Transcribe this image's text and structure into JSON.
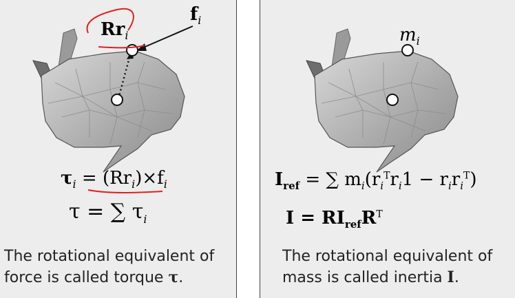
{
  "colors": {
    "background": "#ededed",
    "divider": "#444444",
    "annotation": "#e02020",
    "mesh": "#b8b8b8"
  },
  "left_panel": {
    "label_force": "f",
    "label_force_sub": "i",
    "label_position": "Rr",
    "label_position_sub": "i",
    "eq1_lhs": "τ",
    "eq1_lhs_sub": "i",
    "eq1_rhs": "= (Rr",
    "eq1_rhs_sub": "i",
    "eq1_rhs_tail": ")×f",
    "eq1_rhs_tail_sub": "i",
    "eq2": "τ = ∑ τ",
    "eq2_sub": "i",
    "caption_line1": "The rotational equivalent of",
    "caption_line2_text": "force is called torque ",
    "caption_line2_symbol": "τ",
    "caption_line2_end": "."
  },
  "right_panel": {
    "label_mass": "m",
    "label_mass_sub": "i",
    "eq1_lhs": "I",
    "eq1_lhs_sub": "ref",
    "eq1_rhs": "= ∑ m",
    "eq1_rhs_sub": "i",
    "eq1_rhs_tail": "(r",
    "eq1_rhs_tail_sub": "i",
    "eq1_rhs_tail_sup": "T",
    "eq1_rhs_tail2": "r",
    "eq1_rhs_tail2_sub": "i",
    "eq1_rhs_tail3": "1 − r",
    "eq1_rhs_tail3_sub": "i",
    "eq1_rhs_tail4": "r",
    "eq1_rhs_tail4_sub": "i",
    "eq1_rhs_tail4_sup": "T",
    "eq1_rhs_close": ")",
    "eq2_a": "I = RI",
    "eq2_sub": "ref",
    "eq2_b": "R",
    "eq2_sup": "T",
    "caption_line1": "The rotational equivalent of",
    "caption_line2_text": "mass is called inertia ",
    "caption_line2_symbol": "I",
    "caption_line2_end": "."
  }
}
